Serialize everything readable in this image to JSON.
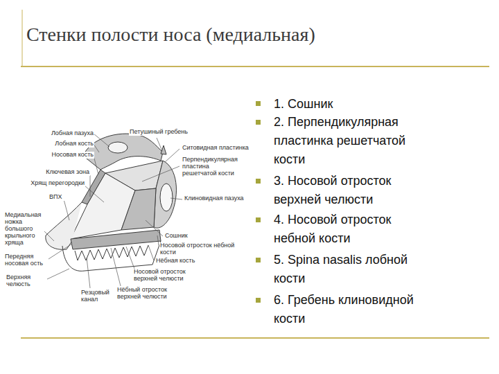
{
  "diagram": {
    "title": "Стенки полости носа (медиальная)",
    "labels": [
      "Лобная пазуха",
      "Лобная кость",
      "Носовая кость",
      "Ключевая зона",
      "Хрящ перегородки",
      "ВПХ",
      "Медиальная ножка большого крыльного хряща",
      "Передняя носовая ость",
      "Верхняя челюсть",
      "Резцовый канал",
      "Петушиный гребень",
      "Ситовидная пластинка",
      "Перпендикулярная пластина решетчатой кости",
      "Клиновидная пазуха",
      "Сошник",
      "Носовой отросток нёбной кости",
      "Нёбная кость",
      "Носовой отросток верхней челюсти",
      "Нёбный отросток верхней челюсти",
      "1. Сошник",
      "2. Перпендикулярная пластинка решетчатой кости",
      "3. Носовой отросток верхней челюсти",
      "4. Носовой отросток небной кости",
      "5. Spina nasalis лобной кости",
      "6. Гребень клиновидной кости"
    ]
  }
}
